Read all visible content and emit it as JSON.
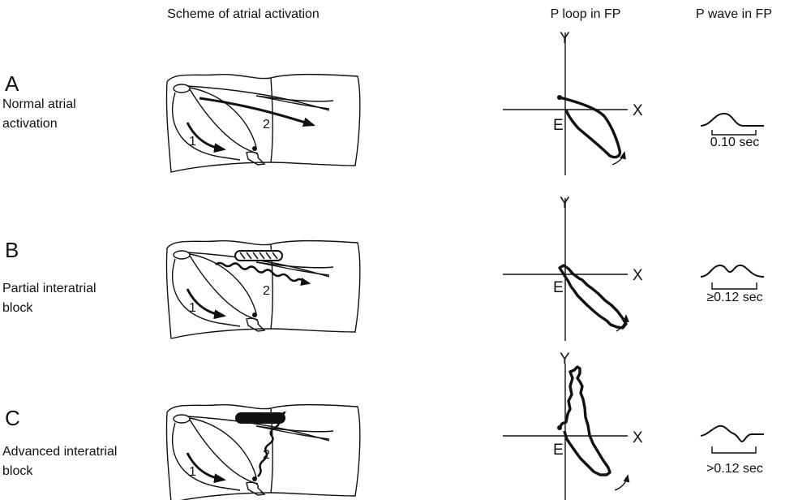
{
  "headers": {
    "scheme": "Scheme of atrial activation",
    "loop": "P loop in FP",
    "wave": "P wave in FP"
  },
  "rows": [
    {
      "letter": "A",
      "line1": "Normal atrial",
      "line2": "activation",
      "duration": "0.10 sec"
    },
    {
      "letter": "B",
      "line1": "Partial interatrial",
      "line2": "block",
      "duration": "≥0.12 sec"
    },
    {
      "letter": "C",
      "line1": "Advanced interatrial",
      "line2": "block",
      "duration": ">0.12 sec"
    }
  ],
  "axis_labels": {
    "x": "X",
    "y": "Y",
    "e": "E"
  },
  "path_labels": {
    "one": "1",
    "two": "2"
  }
}
